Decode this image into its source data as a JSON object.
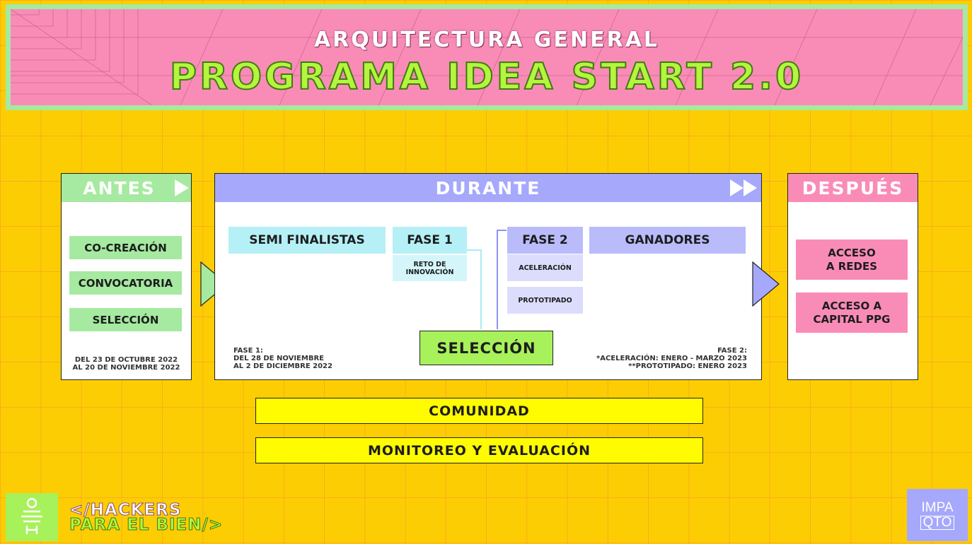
{
  "header": {
    "subtitle": "ARQUITECTURA GENERAL",
    "title": "PROGRAMA IDEA START 2.0"
  },
  "antes": {
    "title": "ANTES",
    "items": [
      "CO-CREACIÓN",
      "CONVOCATORIA",
      "SELECCIÓN"
    ],
    "dates_line1": "DEL 23 DE OCTUBRE 2022",
    "dates_line2": "AL 20 DE NOVIEMBRE 2022"
  },
  "durante": {
    "title": "DURANTE",
    "semi_finalistas": "SEMI FINALISTAS",
    "fase1": "FASE 1",
    "reto_line1": "RETO DE",
    "reto_line2": "INNOVACIÓN",
    "fase2": "FASE 2",
    "aceleracion": "ACELERACIÓN",
    "prototipado": "PROTOTIPADO",
    "ganadores": "GANADORES",
    "seleccion": "SELECCIÓN",
    "fase1_note_line1": "FASE 1:",
    "fase1_note_line2": "DEL 28 DE NOVIEMBRE",
    "fase1_note_line3": "AL 2 DE DICIEMBRE 2022",
    "fase2_note_line1": "FASE 2:",
    "fase2_note_line2": "*ACELERACIÓN: ENERO - MARZO 2023",
    "fase2_note_line3": "**PROTOTIPADO: ENERO 2023"
  },
  "despues": {
    "title": "DESPUÉS",
    "item1_line1": "ACCESO",
    "item1_line2": "A REDES",
    "item2_line1": "ACCESO A",
    "item2_line2": "CAPITAL PPG"
  },
  "bars": {
    "comunidad": "COMUNIDAD",
    "monitoreo": "MONITOREO Y EVALUACIÓN"
  },
  "footer": {
    "brand_line1": "</HACKERS",
    "brand_line2": "PARA EL BIEN/>",
    "impaqto_line1": "IMPA",
    "impaqto_line2": "QTO"
  },
  "colors": {
    "background": "#fdcd04",
    "antes": "#a5eaa0",
    "durante": "#a5a8fb",
    "despues": "#f98cb7",
    "bars": "#fffb00"
  }
}
